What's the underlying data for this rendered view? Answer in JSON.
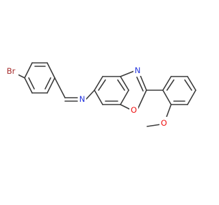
{
  "molecule": {
    "atoms": {
      "br": {
        "label": "Br",
        "color": "#a52a2a"
      },
      "n_imine": {
        "label": "N",
        "color": "#2233dd"
      },
      "n_ring": {
        "label": "N",
        "color": "#2233dd"
      },
      "o_ring": {
        "label": "O",
        "color": "#ee1111"
      },
      "o_methoxy": {
        "label": "O",
        "color": "#ee1111"
      }
    },
    "bond_color": "#3a3a3a",
    "background": "#ffffff"
  }
}
